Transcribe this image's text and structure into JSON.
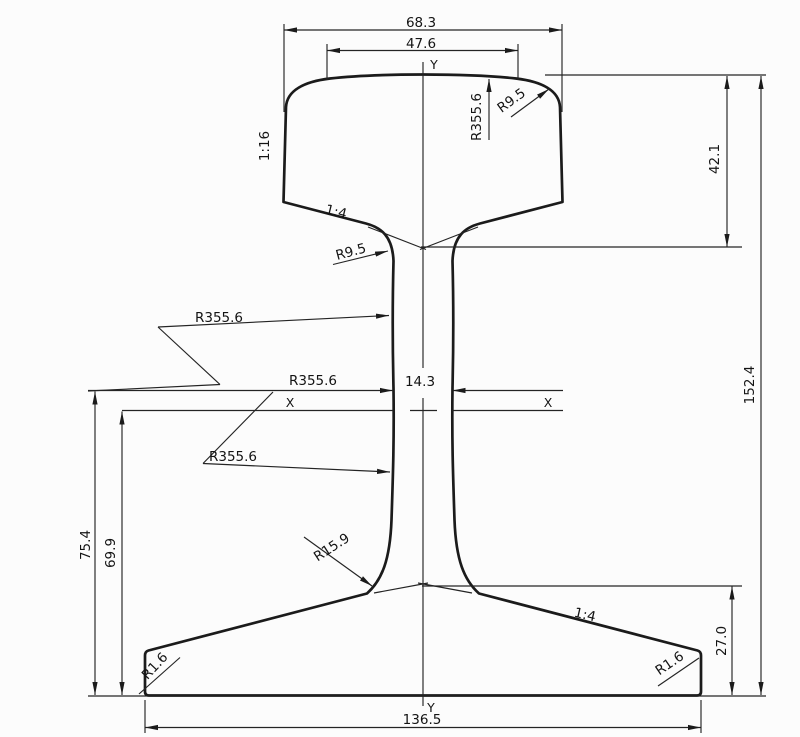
{
  "dims": {
    "head_width": "68.3",
    "crown_width": "47.6",
    "head_depth": "42.1",
    "total_height": "152.4",
    "web_thickness": "14.3",
    "waist_to_base": "75.4",
    "axis_to_base": "69.9",
    "foot_edge_height": "27.0",
    "foot_width": "136.5"
  },
  "radii": {
    "crown": "R355.6",
    "web_upper": "R355.6",
    "web_mid": "R355.6",
    "web_lower": "R355.6",
    "head_corner": "R9.5",
    "head_web_fillet": "R9.5",
    "web_foot_fillet": "R15.9",
    "foot_corner_left": "R1.6",
    "foot_corner_right": "R1.6"
  },
  "slopes": {
    "head_side": "1:16",
    "head_underside": "1:4",
    "foot_top": "1:4"
  },
  "axes": {
    "vertical": "Y",
    "horizontal": "X"
  },
  "colors": {
    "ink": "#1b1b1b",
    "background": "#fcfcfc"
  }
}
